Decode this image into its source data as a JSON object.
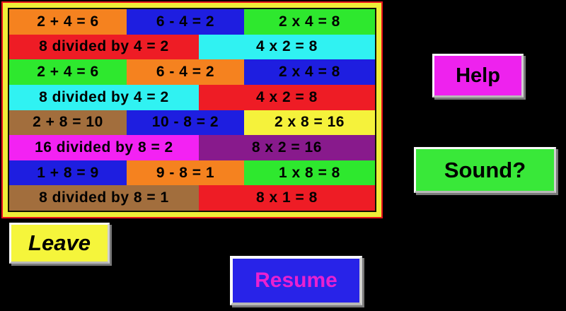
{
  "background_color": "#000000",
  "board": {
    "border_color": "#F0ED38",
    "outline_color": "#E8141D",
    "rows": [
      {
        "cells": [
          {
            "text": "2 + 4 = 6",
            "bg": "#F5821F",
            "w": 32.1
          },
          {
            "text": "6 - 4 = 2",
            "bg": "#1E1EE0",
            "w": 32.1
          },
          {
            "text": "2 x 4 = 8",
            "bg": "#2EE82E",
            "w": 35.8
          }
        ]
      },
      {
        "cells": [
          {
            "text": "8 divided by 4 = 2",
            "bg": "#EE1C25",
            "w": 51.8
          },
          {
            "text": "4 x 2 = 8",
            "bg": "#30F2F2",
            "w": 48.2
          }
        ]
      },
      {
        "cells": [
          {
            "text": "2 + 4 = 6",
            "bg": "#2EE82E",
            "w": 32.1
          },
          {
            "text": "6 - 4 = 2",
            "bg": "#F5821F",
            "w": 32.1
          },
          {
            "text": "2 x 4 = 8",
            "bg": "#1E1EE0",
            "w": 35.8
          }
        ]
      },
      {
        "cells": [
          {
            "text": "8 divided by 4 = 2",
            "bg": "#30F2F2",
            "w": 51.8
          },
          {
            "text": "4 x 2 = 8",
            "bg": "#EE1C25",
            "w": 48.2
          }
        ]
      },
      {
        "cells": [
          {
            "text": "2 + 8 = 10",
            "bg": "#A26E3D",
            "w": 32.1
          },
          {
            "text": "10 - 8 = 2",
            "bg": "#1E1EE0",
            "w": 32.1
          },
          {
            "text": "2 x 8 = 16",
            "bg": "#F5F23B",
            "w": 35.8
          }
        ]
      },
      {
        "cells": [
          {
            "text": "16 divided by 8 = 2",
            "bg": "#F322F3",
            "w": 51.8
          },
          {
            "text": "8 x 2 = 16",
            "bg": "#881A8C",
            "w": 48.2
          }
        ]
      },
      {
        "cells": [
          {
            "text": "1 + 8 = 9",
            "bg": "#1E1EE0",
            "w": 32.1
          },
          {
            "text": "9 - 8 = 1",
            "bg": "#F5821F",
            "w": 32.1
          },
          {
            "text": "1 x 8 = 8",
            "bg": "#2EE82E",
            "w": 35.8
          }
        ]
      },
      {
        "cells": [
          {
            "text": "8 divided by 8 = 1",
            "bg": "#A26E3D",
            "w": 51.8
          },
          {
            "text": "8 x 1 = 8",
            "bg": "#EE1C25",
            "w": 48.2
          }
        ]
      }
    ]
  },
  "buttons": {
    "help": {
      "label": "Help",
      "bg": "#EE22EE",
      "text_color": "#000000"
    },
    "sound": {
      "label": "Sound?",
      "bg": "#39E839",
      "text_color": "#000000"
    },
    "leave": {
      "label": "Leave",
      "bg": "#F5F53B",
      "text_color": "#000000"
    },
    "resume": {
      "label": "Resume",
      "bg": "#2823E8",
      "text_color": "#E921D1"
    }
  }
}
